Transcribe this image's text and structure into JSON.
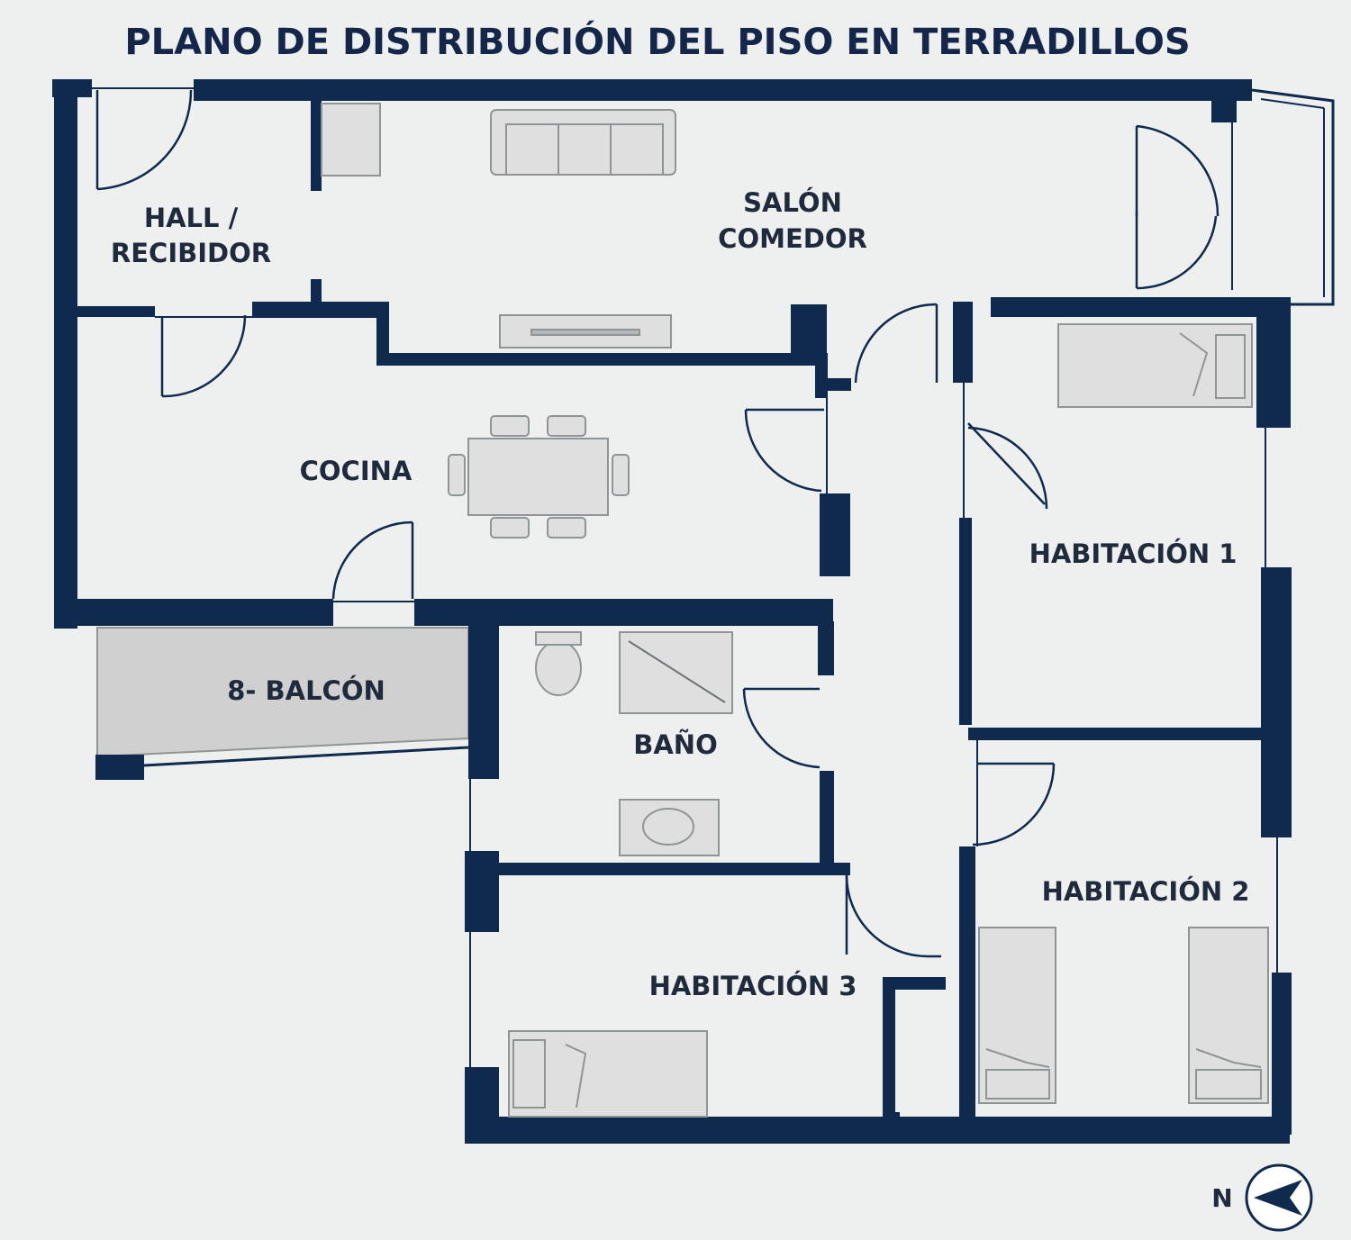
{
  "title": "PLANO DE DISTRIBUCIÓN DEL PISO EN TERRADILLOS",
  "rooms": {
    "hall_line1": "HALL /",
    "hall_line2": "RECIBIDOR",
    "salon_line1": "SALÓN",
    "salon_line2": "COMEDOR",
    "cocina": "COCINA",
    "balcon": "8- BALCÓN",
    "bano": "BAÑO",
    "habitacion1": "HABITACIÓN 1",
    "habitacion2": "HABITACIÓN 2",
    "habitacion3": "HABITACIÓN 3"
  },
  "compass": {
    "label": "N",
    "icon": "north-arrow-icon"
  },
  "colors": {
    "wall": "#0f2a4d",
    "background": "#eef0ef",
    "furniture_fill": "#dedfde",
    "furniture_stroke": "#8f9497",
    "balcony_fill": "#cfd0cf",
    "text": "#1f2a3c"
  }
}
